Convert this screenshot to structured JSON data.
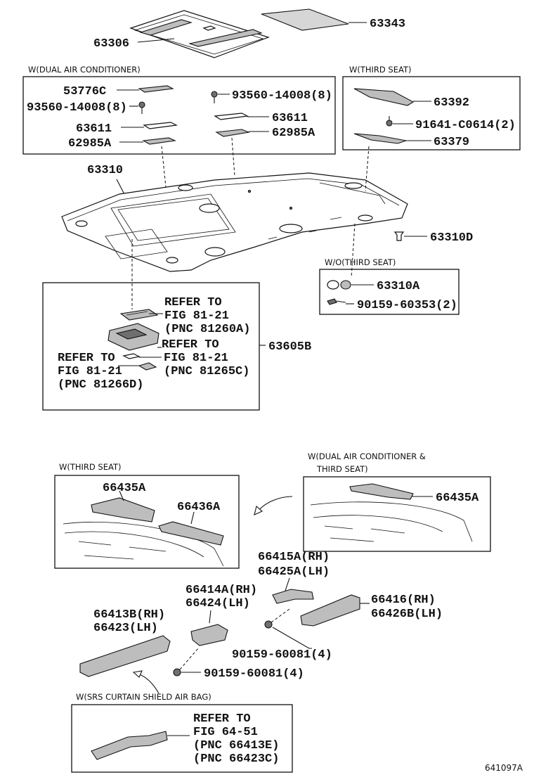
{
  "labels": {
    "p63343": "63343",
    "p63306": "63306",
    "p53776c": "53776C",
    "p93560_r": "93560-14008(8)",
    "p93560_l": "93560-14008(8)",
    "p63611_r": "63611",
    "p63611_l": "63611",
    "p62985a_r": "62985A",
    "p62985a_l": "62985A",
    "p63392": "63392",
    "p91641": "91641-C0614(2)",
    "p63379": "63379",
    "p63310": "63310",
    "p63310d": "63310D",
    "p63310a": "63310A",
    "p90159_60353": "90159-60353(2)",
    "p63605b": "63605B",
    "p66435a_l": "66435A",
    "p66436a": "66436A",
    "p66435a_r": "66435A",
    "p66415a": "66415A(RH)",
    "p66425a": "66425A(LH)",
    "p66414a": "66414A(RH)",
    "p66424": "66424(LH)",
    "p66416": "66416(RH)",
    "p66426b": "66426B(LH)",
    "p66413b": "66413B(RH)",
    "p66423": "66423(LH)",
    "p90159_60081_a": "90159-60081(4)",
    "p90159_60081_b": "90159-60081(4)"
  },
  "captions": {
    "dual_air": "W(DUAL AIR CONDITIONER)",
    "third_seat_top": "W(THIRD SEAT)",
    "wo_third_seat": "W/O(THIRD SEAT)",
    "third_seat_bottom": "W(THIRD SEAT)",
    "dual_air_third_1": "W(DUAL AIR CONDITIONER &",
    "dual_air_third_2": "THIRD SEAT)",
    "srs": "W(SRS CURTAIN SHIELD AIR BAG)"
  },
  "refers": {
    "r1": [
      "REFER TO",
      "FIG 81-21",
      "(PNC 81260A)"
    ],
    "r2": [
      "REFER TO",
      "FIG 81-21",
      "(PNC 81265C)"
    ],
    "r3": [
      "REFER TO",
      "FIG 81-21",
      "(PNC 81266D)"
    ],
    "r4": [
      "REFER TO",
      "FIG 64-51",
      "(PNC 66413E)",
      "(PNC 66423C)"
    ]
  },
  "figure_id": "641097A"
}
